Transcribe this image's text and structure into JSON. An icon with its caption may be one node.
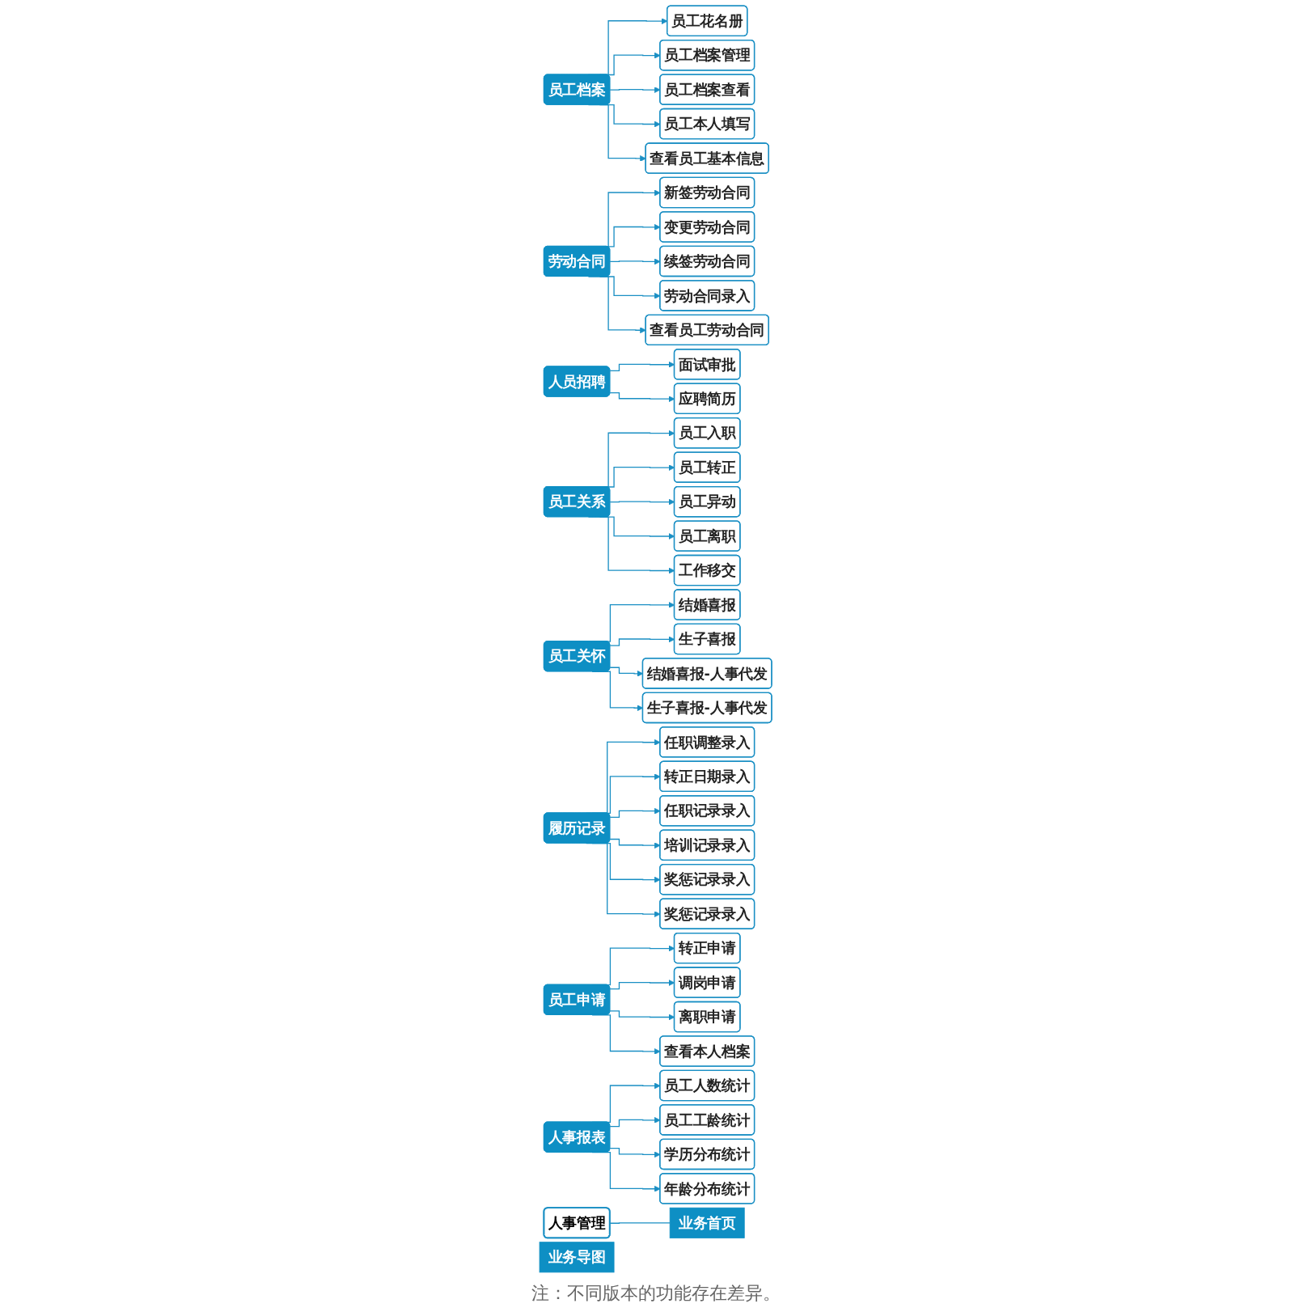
{
  "diagram": {
    "nodes": [
      {
        "text": [
          "人事管理"
        ]
      },
      {
        "text": [
          "业务首页"
        ]
      },
      {
        "text": [
          "业务导图"
        ]
      },
      {
        "text": [
          "员工档案"
        ]
      },
      {
        "text": [
          "员工花名册"
        ]
      },
      {
        "text": [
          "员工档案管理"
        ]
      },
      {
        "text": [
          "员工档案查看"
        ]
      },
      {
        "text": [
          "员工本人填写"
        ]
      },
      {
        "text": [
          "查看员工基本信息"
        ]
      },
      {
        "text": [
          "劳动合同"
        ]
      },
      {
        "text": [
          "新签劳动合同"
        ]
      },
      {
        "text": [
          "变更劳动合同"
        ]
      },
      {
        "text": [
          "续签劳动合同"
        ]
      },
      {
        "text": [
          "劳动合同录入"
        ]
      },
      {
        "text": [
          "查看员工劳动合同"
        ]
      },
      {
        "text": [
          "人员招聘"
        ]
      },
      {
        "text": [
          "面试审批"
        ]
      },
      {
        "text": [
          "应聘简历"
        ]
      },
      {
        "text": [
          "员工关系"
        ]
      },
      {
        "text": [
          "员工入职"
        ]
      },
      {
        "text": [
          "员工转正"
        ]
      },
      {
        "text": [
          "员工异动"
        ]
      },
      {
        "text": [
          "员工离职"
        ]
      },
      {
        "text": [
          "工作移交"
        ]
      },
      {
        "text": [
          "员工关怀"
        ]
      },
      {
        "text": [
          "结婚喜报"
        ]
      },
      {
        "text": [
          "生子喜报"
        ]
      },
      {
        "text": [
          "结婚喜报-人事代发"
        ]
      },
      {
        "text": [
          "生子喜报-人事代发"
        ]
      },
      {
        "text": [
          "履历记录"
        ]
      },
      {
        "text": [
          "任职调整录入"
        ]
      },
      {
        "text": [
          "转正日期录入"
        ]
      },
      {
        "text": [
          "任职记录录入"
        ]
      },
      {
        "text": [
          "培训记录录入"
        ]
      },
      {
        "text": [
          "奖惩记录录入"
        ]
      },
      {
        "text": [
          "奖惩记录录入"
        ]
      },
      {
        "text": [
          "员工申请"
        ]
      },
      {
        "text": [
          "转正申请"
        ]
      },
      {
        "text": [
          "调岗申请"
        ]
      },
      {
        "text": [
          "离职申请"
        ]
      },
      {
        "text": [
          "查看本人档案"
        ]
      },
      {
        "text": [
          "人事报表"
        ]
      },
      {
        "text": [
          "员工人数统计"
        ]
      },
      {
        "text": [
          "员工工龄统计"
        ]
      },
      {
        "text": [
          "学历分布统计"
        ]
      },
      {
        "text": [
          "年龄分布统计"
        ]
      }
    ],
    "edges": [
      {
        "from": 0,
        "to": 1,
        "arrow": "none"
      },
      {
        "from": 3,
        "to": 4,
        "arrow": "to"
      },
      {
        "from": 3,
        "to": 5,
        "arrow": "to"
      },
      {
        "from": 3,
        "to": 6,
        "arrow": "to"
      },
      {
        "from": 3,
        "to": 7,
        "arrow": "to"
      },
      {
        "from": 3,
        "to": 8,
        "arrow": "to"
      },
      {
        "from": 9,
        "to": 10,
        "arrow": "to"
      },
      {
        "from": 9,
        "to": 11,
        "arrow": "to"
      },
      {
        "from": 9,
        "to": 12,
        "arrow": "to"
      },
      {
        "from": 9,
        "to": 13,
        "arrow": "to"
      },
      {
        "from": 9,
        "to": 14,
        "arrow": "to"
      },
      {
        "from": 15,
        "to": 16,
        "arrow": "to"
      },
      {
        "from": 15,
        "to": 17,
        "arrow": "to"
      },
      {
        "from": 18,
        "to": 19,
        "arrow": "to"
      },
      {
        "from": 18,
        "to": 20,
        "arrow": "to"
      },
      {
        "from": 18,
        "to": 21,
        "arrow": "to"
      },
      {
        "from": 18,
        "to": 22,
        "arrow": "to"
      },
      {
        "from": 18,
        "to": 23,
        "arrow": "to"
      },
      {
        "from": 24,
        "to": 25,
        "arrow": "to"
      },
      {
        "from": 24,
        "to": 26,
        "arrow": "to"
      },
      {
        "from": 24,
        "to": 27,
        "arrow": "to"
      },
      {
        "from": 24,
        "to": 28,
        "arrow": "to"
      },
      {
        "from": 29,
        "to": 30,
        "arrow": "to"
      },
      {
        "from": 29,
        "to": 31,
        "arrow": "to"
      },
      {
        "from": 29,
        "to": 32,
        "arrow": "to"
      },
      {
        "from": 29,
        "to": 33,
        "arrow": "to"
      },
      {
        "from": 29,
        "to": 34,
        "arrow": "to"
      },
      {
        "from": 29,
        "to": 35,
        "arrow": "to"
      },
      {
        "from": 36,
        "to": 37,
        "arrow": "to"
      },
      {
        "from": 36,
        "to": 38,
        "arrow": "to"
      },
      {
        "from": 36,
        "to": 39,
        "arrow": "to"
      },
      {
        "from": 36,
        "to": 40,
        "arrow": "to"
      },
      {
        "from": 41,
        "to": 42,
        "arrow": "to"
      },
      {
        "from": 41,
        "to": 43,
        "arrow": "to"
      },
      {
        "from": 41,
        "to": 44,
        "arrow": "to"
      },
      {
        "from": 41,
        "to": 45,
        "arrow": "to"
      }
    ],
    "labels": [
      "注：不同版本的功能存在差异。"
    ]
  }
}
